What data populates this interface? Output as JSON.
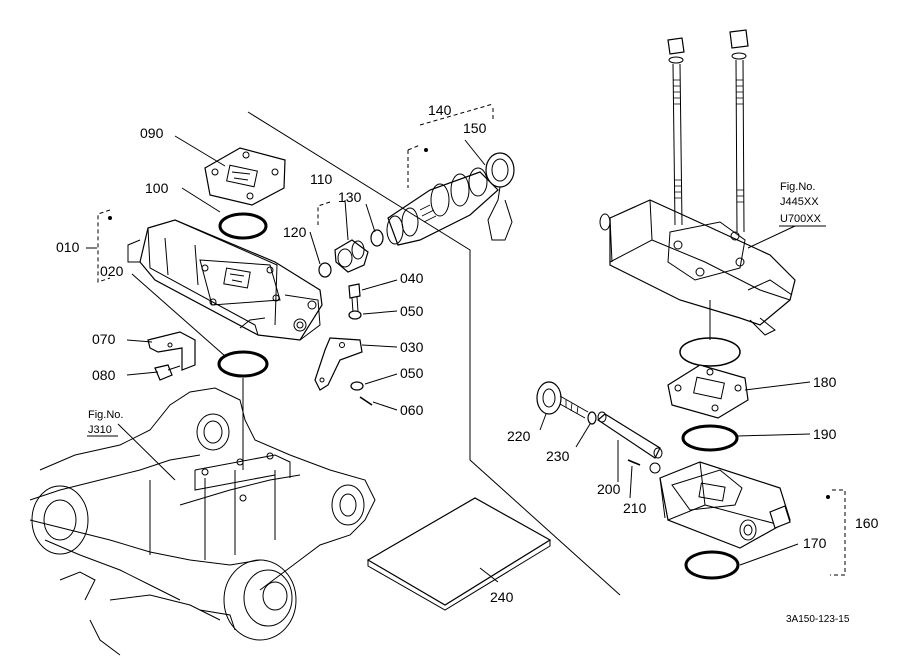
{
  "labels": {
    "p010": "010",
    "p020": "020",
    "p030": "030",
    "p040": "040",
    "p050a": "050",
    "p050b": "050",
    "p060": "060",
    "p070": "070",
    "p080": "080",
    "p090": "090",
    "p100": "100",
    "p110": "110",
    "p120": "120",
    "p130": "130",
    "p140": "140",
    "p150": "150",
    "p160": "160",
    "p170": "170",
    "p180": "180",
    "p190": "190",
    "p200": "200",
    "p210": "210",
    "p220": "220",
    "p230": "230",
    "p240": "240"
  },
  "figrefs": {
    "fig_left_title": "Fig.No.",
    "fig_left_num": "J310",
    "fig_right_title": "Fig.No.",
    "fig_right_num1": "J445XX",
    "fig_right_num2": "U700XX"
  },
  "drawing_code": "3A150-123-15"
}
